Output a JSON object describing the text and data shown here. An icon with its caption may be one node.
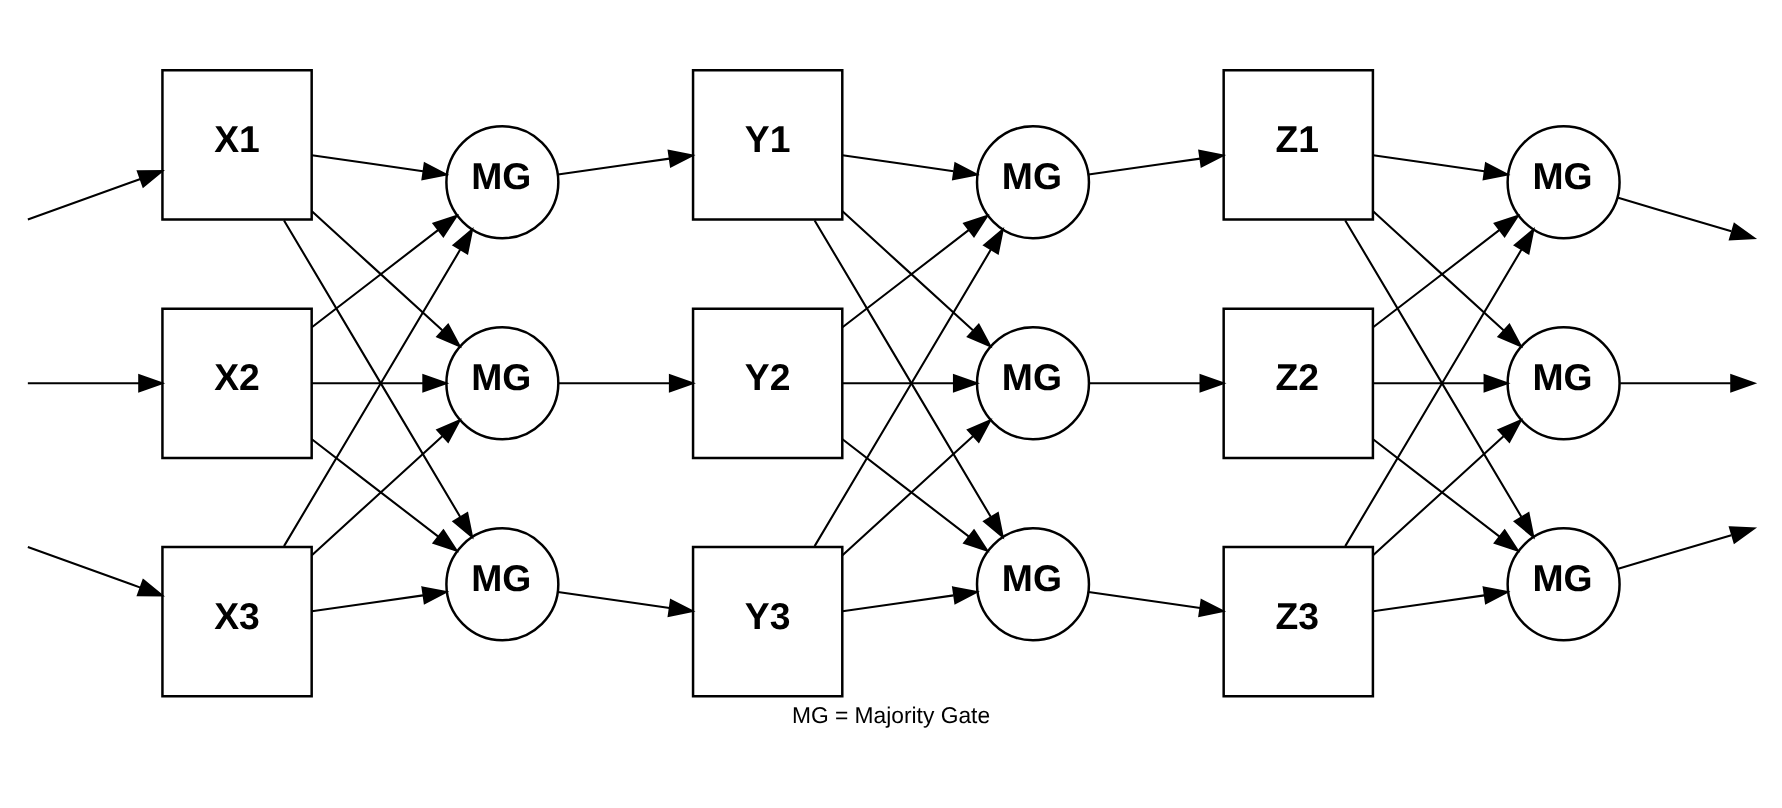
{
  "diagram": {
    "caption": "MG = Majority Gate",
    "nodes": [
      {
        "text": [
          "X1"
        ]
      },
      {
        "text": [
          "MG"
        ]
      },
      {
        "text": [
          "Y1"
        ]
      },
      {
        "text": [
          "MG"
        ]
      },
      {
        "text": [
          "Z1"
        ]
      },
      {
        "text": [
          "MG"
        ]
      },
      {
        "text": [
          "X2"
        ]
      },
      {
        "text": [
          "MG"
        ]
      },
      {
        "text": [
          "Y2"
        ]
      },
      {
        "text": [
          "MG"
        ]
      },
      {
        "text": [
          "Z2"
        ]
      },
      {
        "text": [
          "MG"
        ]
      },
      {
        "text": [
          "X3"
        ]
      },
      {
        "text": [
          "MG"
        ]
      },
      {
        "text": [
          "Y3"
        ]
      },
      {
        "text": [
          "MG"
        ]
      },
      {
        "text": [
          "Z3"
        ]
      },
      {
        "text": [
          "MG"
        ]
      }
    ],
    "edges": [
      {
        "from": null,
        "to": 0,
        "arrow": "to"
      },
      {
        "from": null,
        "to": 6,
        "arrow": "to"
      },
      {
        "from": null,
        "to": 12,
        "arrow": "to"
      },
      {
        "from": 0,
        "to": 1,
        "arrow": "to"
      },
      {
        "from": 0,
        "to": 7,
        "arrow": "to"
      },
      {
        "from": 0,
        "to": 13,
        "arrow": "to"
      },
      {
        "from": 6,
        "to": 1,
        "arrow": "to"
      },
      {
        "from": 6,
        "to": 7,
        "arrow": "to"
      },
      {
        "from": 6,
        "to": 13,
        "arrow": "to"
      },
      {
        "from": 12,
        "to": 1,
        "arrow": "to"
      },
      {
        "from": 12,
        "to": 7,
        "arrow": "to"
      },
      {
        "from": 12,
        "to": 13,
        "arrow": "to"
      },
      {
        "from": 1,
        "to": 2,
        "arrow": "to"
      },
      {
        "from": 7,
        "to": 8,
        "arrow": "to"
      },
      {
        "from": 13,
        "to": 14,
        "arrow": "to"
      },
      {
        "from": 2,
        "to": 3,
        "arrow": "to"
      },
      {
        "from": 2,
        "to": 9,
        "arrow": "to"
      },
      {
        "from": 2,
        "to": 15,
        "arrow": "to"
      },
      {
        "from": 8,
        "to": 3,
        "arrow": "to"
      },
      {
        "from": 8,
        "to": 9,
        "arrow": "to"
      },
      {
        "from": 8,
        "to": 15,
        "arrow": "to"
      },
      {
        "from": 14,
        "to": 3,
        "arrow": "to"
      },
      {
        "from": 14,
        "to": 9,
        "arrow": "to"
      },
      {
        "from": 14,
        "to": 15,
        "arrow": "to"
      },
      {
        "from": 3,
        "to": 4,
        "arrow": "to"
      },
      {
        "from": 9,
        "to": 10,
        "arrow": "to"
      },
      {
        "from": 15,
        "to": 16,
        "arrow": "to"
      },
      {
        "from": 4,
        "to": 5,
        "arrow": "to"
      },
      {
        "from": 4,
        "to": 11,
        "arrow": "to"
      },
      {
        "from": 4,
        "to": 17,
        "arrow": "to"
      },
      {
        "from": 10,
        "to": 5,
        "arrow": "to"
      },
      {
        "from": 10,
        "to": 11,
        "arrow": "to"
      },
      {
        "from": 10,
        "to": 17,
        "arrow": "to"
      },
      {
        "from": 16,
        "to": 5,
        "arrow": "to"
      },
      {
        "from": 16,
        "to": 11,
        "arrow": "to"
      },
      {
        "from": 16,
        "to": 17,
        "arrow": "to"
      },
      {
        "from": 5,
        "to": null,
        "arrow": "to"
      },
      {
        "from": 11,
        "to": null,
        "arrow": "to"
      },
      {
        "from": 17,
        "to": null,
        "arrow": "to"
      }
    ]
  }
}
